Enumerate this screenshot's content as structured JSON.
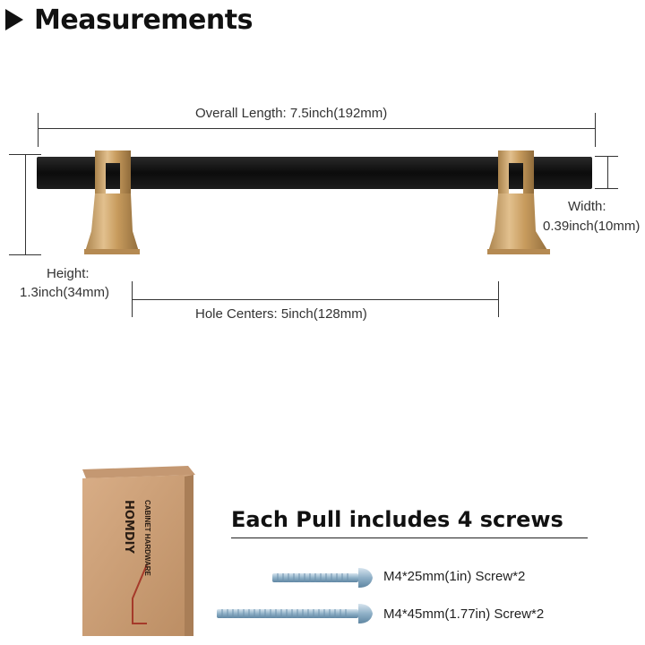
{
  "header": {
    "title": "Measurements"
  },
  "dimensions": {
    "overall_length": "Overall Length: 7.5inch(192mm)",
    "width_label": "Width:",
    "width_value": "0.39inch(10mm)",
    "height_label": "Height:",
    "height_value": "1.3inch(34mm)",
    "hole_centers": "Hole Centers: 5inch(128mm)"
  },
  "package": {
    "brand": "HOMDIY",
    "subtitle": "CABINET HARDWARE",
    "headline": "Each Pull includes 4 screws",
    "screws": [
      {
        "label": "M4*25mm(1in) Screw*2"
      },
      {
        "label": "M4*45mm(1.77in) Screw*2"
      }
    ]
  },
  "colors": {
    "bar": "#111111",
    "gold": "#c9a268",
    "box": "#c79a72",
    "screw": "#9bbad0"
  }
}
